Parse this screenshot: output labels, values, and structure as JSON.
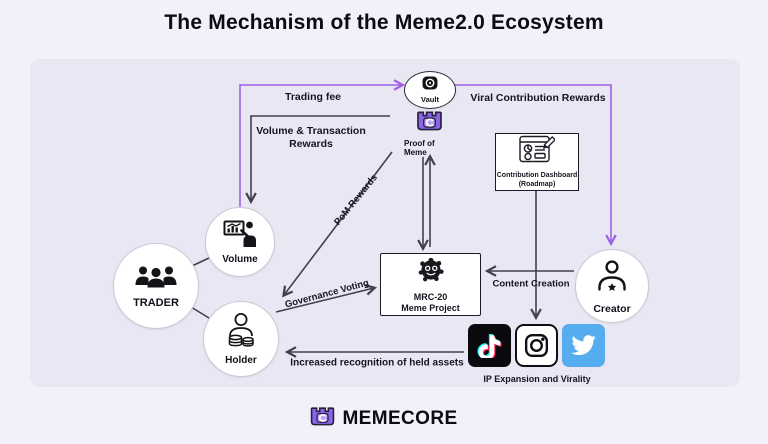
{
  "title": "The Mechanism of the Meme2.0 Ecosystem",
  "colors": {
    "background": "#f2f0f8",
    "panel": "#eae7f4",
    "purple": "#9d62e3",
    "dark": "#43404d",
    "twitter_blue": "#55acee"
  },
  "nodes": {
    "vault": {
      "label": "Vault"
    },
    "proof_of_meme": {
      "label": "Proof of Meme"
    },
    "contribution_dashboard": {
      "line1": "Contribution Dashboard",
      "line2": "(Roadmap)"
    },
    "volume": {
      "label": "Volume"
    },
    "trader": {
      "label": "TRADER"
    },
    "holder": {
      "label": "Holder"
    },
    "mrc20": {
      "line1": "MRC-20",
      "line2": "Meme Project"
    },
    "creator": {
      "label": "Creator"
    }
  },
  "edges": {
    "trading_fee": "Trading fee",
    "viral_contribution_rewards": "Viral Contribution Rewards",
    "volume_transaction_rewards": "Volume & Transaction Rewards",
    "pom_rewards": "PoM Rewards",
    "governance_voting": "Governance Voting",
    "content_creation": "Content Creation",
    "increased_recognition": "Increased recognition of held assets",
    "ip_expansion": "IP Expansion and Virality"
  },
  "footer": {
    "brand": "MEMECORE"
  }
}
